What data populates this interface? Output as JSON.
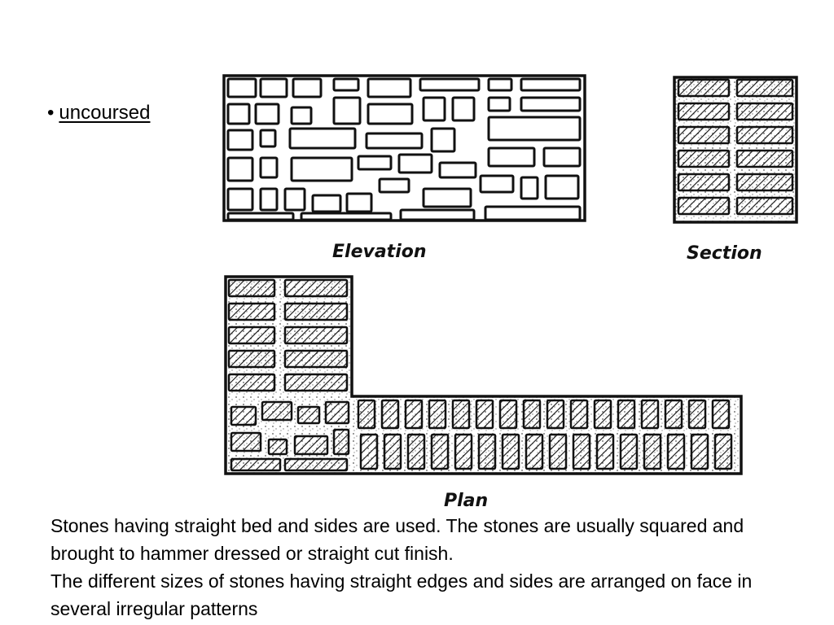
{
  "bullet": {
    "marker": "•",
    "text": "uncoursed"
  },
  "figure": {
    "labels": {
      "elevation": "Elevation",
      "section": "Section",
      "plan": "Plan"
    }
  },
  "body": {
    "paragraph_1": "Stones having straight bed and sides are used. The stones are usually squared and brought to hammer dressed or straight cut finish.",
    "paragraph_2": "The different sizes of stones having straight edges and sides are arranged on face in several irregular patterns"
  }
}
